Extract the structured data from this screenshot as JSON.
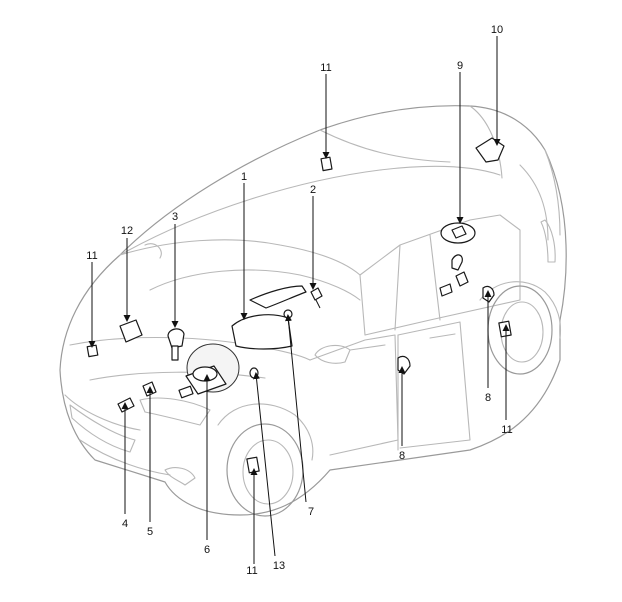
{
  "callouts": [
    {
      "id": "c1",
      "label": "1"
    },
    {
      "id": "c2",
      "label": "2"
    },
    {
      "id": "c3",
      "label": "3"
    },
    {
      "id": "c4",
      "label": "4"
    },
    {
      "id": "c5",
      "label": "5"
    },
    {
      "id": "c6",
      "label": "6"
    },
    {
      "id": "c7",
      "label": "7"
    },
    {
      "id": "c8a",
      "label": "8"
    },
    {
      "id": "c8b",
      "label": "8"
    },
    {
      "id": "c9",
      "label": "9"
    },
    {
      "id": "c10",
      "label": "10"
    },
    {
      "id": "c11a",
      "label": "11"
    },
    {
      "id": "c11b",
      "label": "11"
    },
    {
      "id": "c11c",
      "label": "11"
    },
    {
      "id": "c11d",
      "label": "11"
    },
    {
      "id": "c12",
      "label": "12"
    },
    {
      "id": "c13",
      "label": "13"
    }
  ]
}
